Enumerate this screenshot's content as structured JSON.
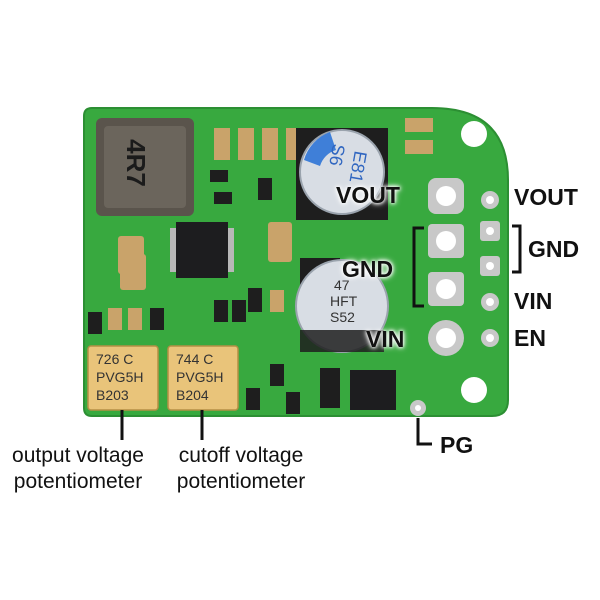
{
  "pin_labels": {
    "vout_board": "VOUT",
    "gnd_board": "GND",
    "vin_board": "VIN",
    "vout_right": "VOUT",
    "gnd_right": "GND",
    "vin_right": "VIN",
    "en_right": "EN",
    "pg": "PG"
  },
  "captions": {
    "output_pot_line1": "output voltage",
    "output_pot_line2": "potentiometer",
    "cutoff_pot_line1": "cutoff voltage",
    "cutoff_pot_line2": "potentiometer"
  },
  "component_markings": {
    "inductor": "4R7",
    "cap_top_1": "S6",
    "cap_top_2": "E81",
    "cap_bottom_1": "47",
    "cap_bottom_2": "HFT",
    "cap_bottom_3": "S52",
    "pot1_line1": "726 C",
    "pot1_line2": "PVG5H",
    "pot1_line3": "B203",
    "pot2_line1": "744 C",
    "pot2_line2": "PVG5H",
    "pot2_line3": "B204"
  },
  "colors": {
    "pcb": "#38a93f",
    "pcb_edge": "#2c8f33",
    "potentiometer": "#e9c47a",
    "capacitor": "#d8dde4",
    "chip": "#1d1d1f"
  }
}
